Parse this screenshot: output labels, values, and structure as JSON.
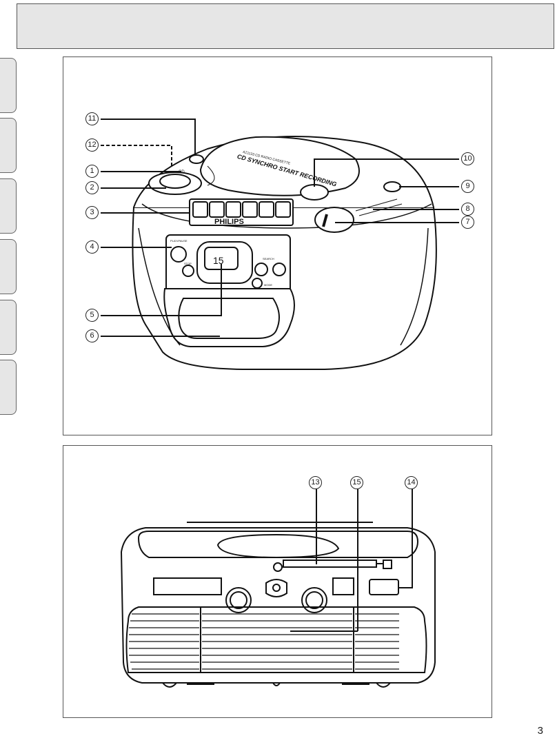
{
  "callouts": {
    "c1": "1",
    "c2": "2",
    "c3": "3",
    "c4": "4",
    "c5": "5",
    "c6": "6",
    "c7": "7",
    "c8": "8",
    "c9": "9",
    "c10": "10",
    "c11": "11",
    "c12": "12",
    "c13": "13",
    "c14": "14",
    "c15": "15"
  },
  "device_labels": {
    "brand": "PHILIPS",
    "synchro": "CD SYNCHRO START RECORDING",
    "model": "AZ1133 CD RADIO CASSETTE",
    "display": "15",
    "cd": "CD",
    "play_pause": "PLAY•PAUSE",
    "stop": "STOP",
    "search": "SEARCH",
    "mode": "MODE"
  },
  "page_number": "3"
}
